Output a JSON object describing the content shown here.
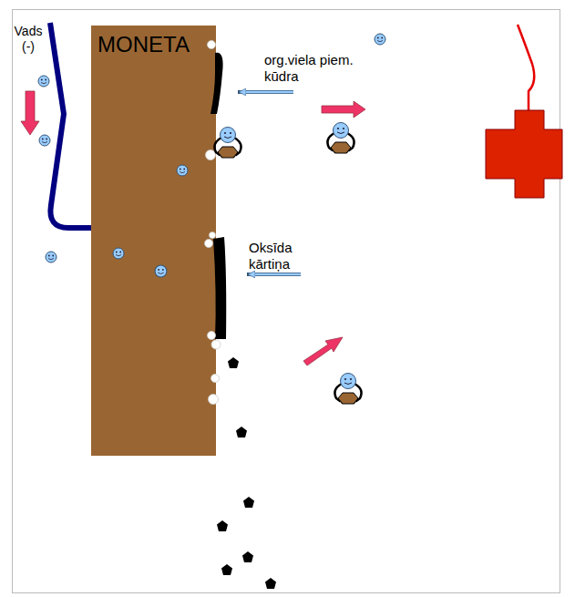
{
  "diagram": {
    "nodes": [
      {
        "text": [
          "MONETA"
        ]
      }
    ],
    "labels": [
      "Vads (-)",
      "org.viela piem. kūdra",
      "Oksīda kārtiņa"
    ]
  }
}
